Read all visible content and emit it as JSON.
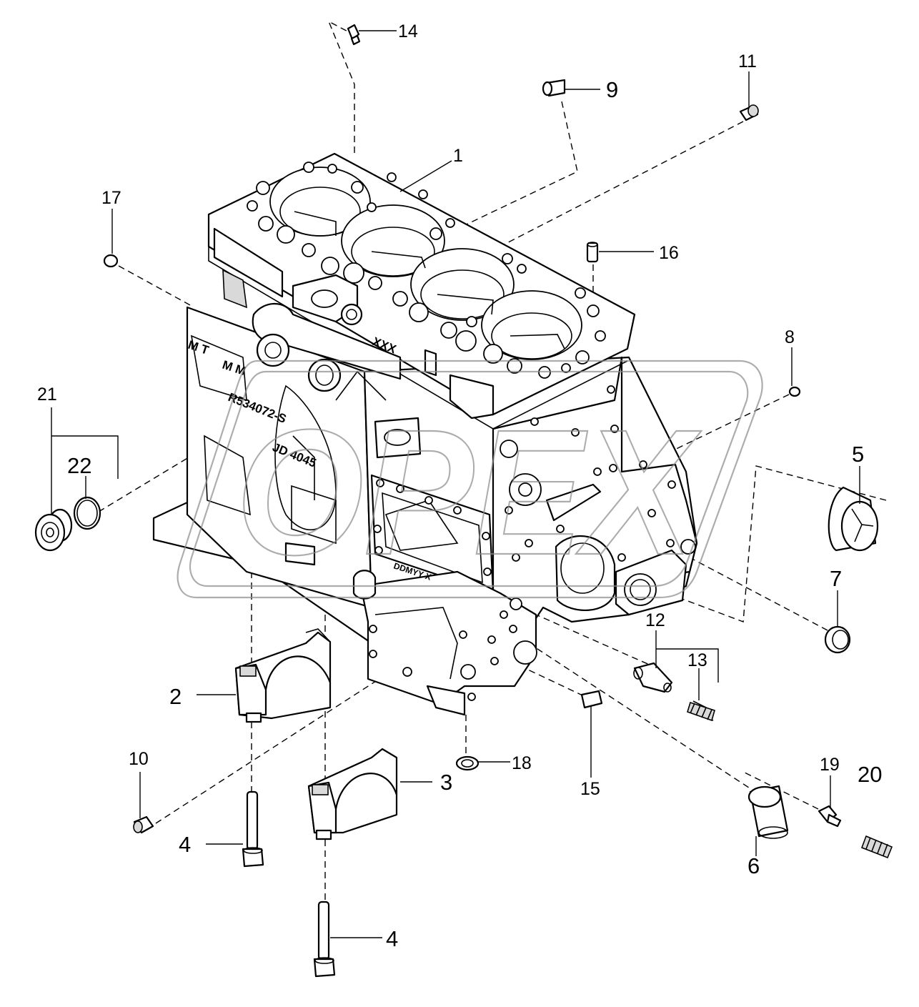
{
  "callouts": {
    "c1": "1",
    "c2": "2",
    "c3": "3",
    "c4a": "4",
    "c4b": "4",
    "c5": "5",
    "c6": "6",
    "c7": "7",
    "c8": "8",
    "c9": "9",
    "c10": "10",
    "c11": "11",
    "c12": "12",
    "c13": "13",
    "c14": "14",
    "c15": "15",
    "c16": "16",
    "c17": "17",
    "c18": "18",
    "c19": "19",
    "c20": "20",
    "c21": "21",
    "c22": "22"
  },
  "castings": {
    "xxx": "XXX",
    "mt": "M T",
    "mm": "M M",
    "part_no": "R534072-S",
    "model": "JD 4045",
    "dmy": "DDMYY X"
  },
  "watermark": {
    "text": "OPEX"
  }
}
